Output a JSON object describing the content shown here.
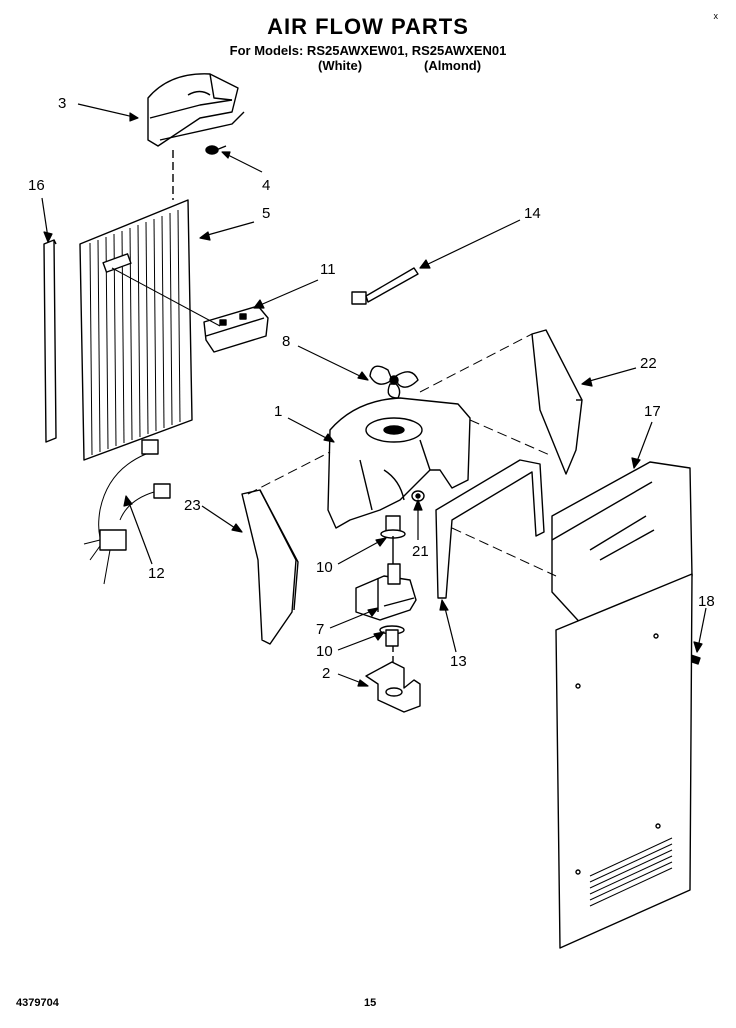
{
  "header": {
    "title": "AIR FLOW PARTS",
    "models_line": "For Models: RS25AWXEW01, RS25AWXEN01",
    "color_white": "(White)",
    "color_almond": "(Almond)",
    "corner_mark": "x"
  },
  "callouts": [
    {
      "id": "c3",
      "label": "3"
    },
    {
      "id": "c4",
      "label": "4"
    },
    {
      "id": "c16",
      "label": "16"
    },
    {
      "id": "c5",
      "label": "5"
    },
    {
      "id": "c14",
      "label": "14"
    },
    {
      "id": "c11",
      "label": "11"
    },
    {
      "id": "c8",
      "label": "8"
    },
    {
      "id": "c22",
      "label": "22"
    },
    {
      "id": "c1",
      "label": "1"
    },
    {
      "id": "c17",
      "label": "17"
    },
    {
      "id": "c23",
      "label": "23"
    },
    {
      "id": "c12",
      "label": "12"
    },
    {
      "id": "c21",
      "label": "21"
    },
    {
      "id": "c10a",
      "label": "10"
    },
    {
      "id": "c7",
      "label": "7"
    },
    {
      "id": "c10b",
      "label": "10"
    },
    {
      "id": "c13",
      "label": "13"
    },
    {
      "id": "c18",
      "label": "18"
    },
    {
      "id": "c2",
      "label": "2"
    }
  ],
  "footer": {
    "doc_number": "4379704",
    "page_number": "15"
  }
}
